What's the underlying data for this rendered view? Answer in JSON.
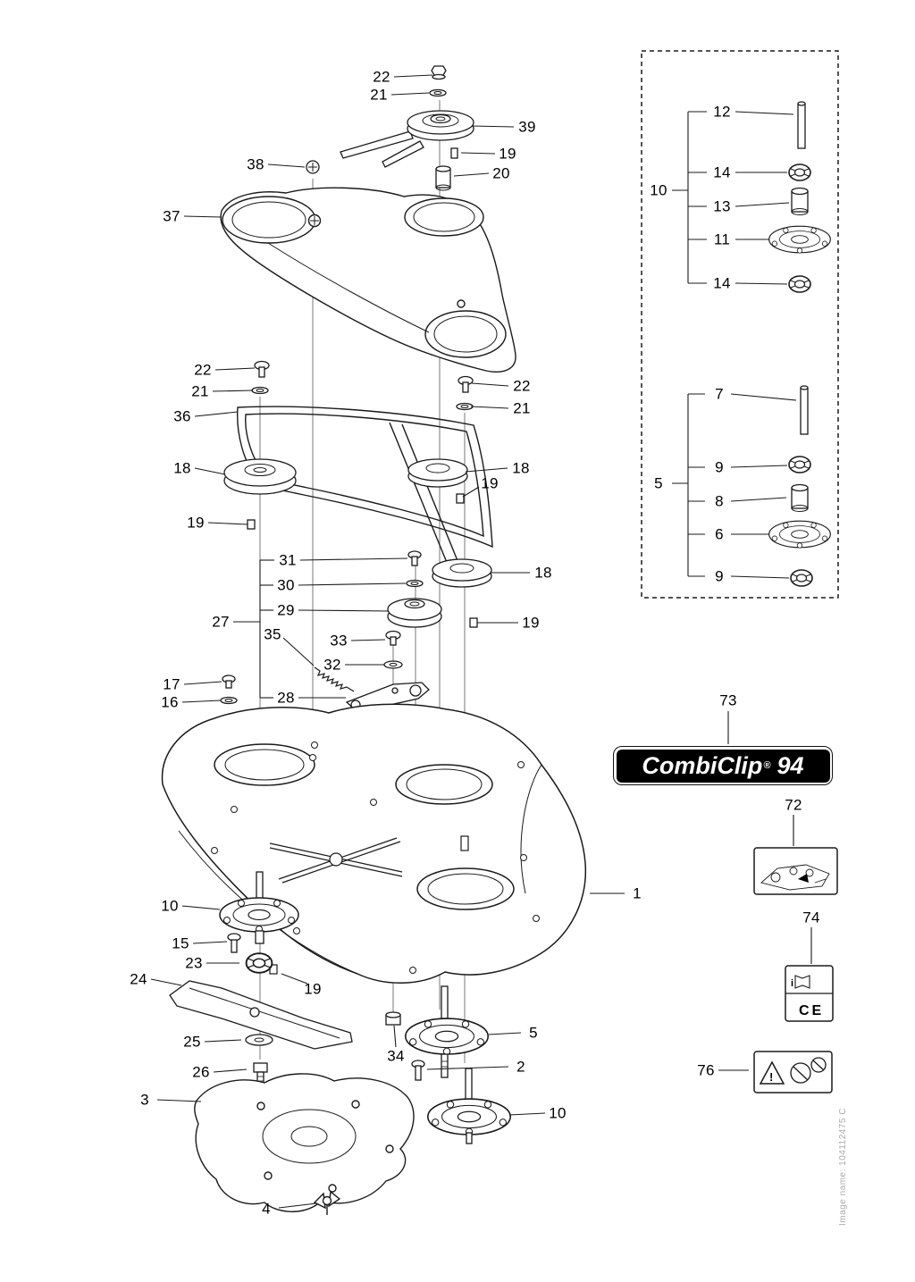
{
  "figure": {
    "badge": {
      "name": "CombiClip",
      "reg": "®",
      "number": "94"
    },
    "watermark": "Image name: 104112475 C"
  },
  "stickers": {
    "manual_icon_letter": "i",
    "ce_mark": "CE",
    "warning_mark": "!"
  },
  "callouts": [
    {
      "label": "22"
    },
    {
      "label": "21"
    },
    {
      "label": "39"
    },
    {
      "label": "38"
    },
    {
      "label": "19"
    },
    {
      "label": "20"
    },
    {
      "label": "37"
    },
    {
      "label": "22"
    },
    {
      "label": "21"
    },
    {
      "label": "22"
    },
    {
      "label": "21"
    },
    {
      "label": "36"
    },
    {
      "label": "18"
    },
    {
      "label": "18"
    },
    {
      "label": "19"
    },
    {
      "label": "19"
    },
    {
      "label": "31"
    },
    {
      "label": "30"
    },
    {
      "label": "29"
    },
    {
      "label": "18"
    },
    {
      "label": "27"
    },
    {
      "label": "19"
    },
    {
      "label": "35"
    },
    {
      "label": "33"
    },
    {
      "label": "32"
    },
    {
      "label": "17"
    },
    {
      "label": "16"
    },
    {
      "label": "28"
    },
    {
      "label": "73"
    },
    {
      "label": "72"
    },
    {
      "label": "1"
    },
    {
      "label": "10"
    },
    {
      "label": "74"
    },
    {
      "label": "15"
    },
    {
      "label": "23"
    },
    {
      "label": "24"
    },
    {
      "label": "19"
    },
    {
      "label": "25"
    },
    {
      "label": "5"
    },
    {
      "label": "34"
    },
    {
      "label": "26"
    },
    {
      "label": "2"
    },
    {
      "label": "76"
    },
    {
      "label": "3"
    },
    {
      "label": "10"
    },
    {
      "label": "4"
    }
  ],
  "inset_callouts": [
    {
      "label": "12"
    },
    {
      "label": "14"
    },
    {
      "label": "10"
    },
    {
      "label": "13"
    },
    {
      "label": "11"
    },
    {
      "label": "14"
    },
    {
      "label": "7"
    },
    {
      "label": "9"
    },
    {
      "label": "5"
    },
    {
      "label": "8"
    },
    {
      "label": "6"
    },
    {
      "label": "9"
    }
  ]
}
